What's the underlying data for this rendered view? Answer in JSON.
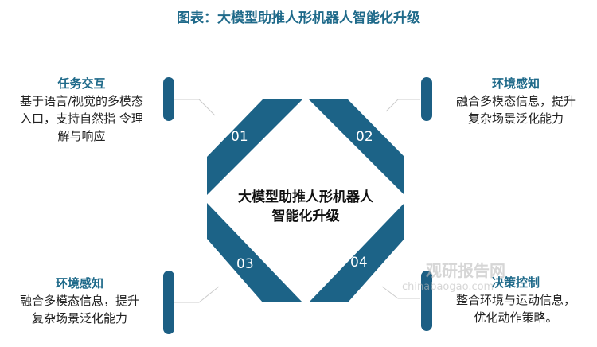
{
  "title": "图表：大模型助推人形机器人智能化升级",
  "center": {
    "line1": "大模型助推人形机器人",
    "line2": "智能化升级"
  },
  "items": [
    {
      "num": "01",
      "heading": "任务交互",
      "lines": [
        "基于语言/视觉的多模态",
        "入口，支持自然指 令理",
        "解与响应"
      ]
    },
    {
      "num": "02",
      "heading": "环境感知",
      "lines": [
        "融合多模态信息，提升",
        "复杂场景泛化能力"
      ]
    },
    {
      "num": "03",
      "heading": "环境感知",
      "lines": [
        "融合多模态信息，提升",
        "复杂场景泛化能力"
      ]
    },
    {
      "num": "04",
      "heading": "决策控制",
      "lines": [
        "整合环境与运动信息，",
        "优化动作策略。"
      ]
    }
  ],
  "watermark": {
    "cn": "观研报告网",
    "en": "chinabaogao.com"
  },
  "colors": {
    "accent": "#1c5f84",
    "title": "#1f6a8a"
  }
}
